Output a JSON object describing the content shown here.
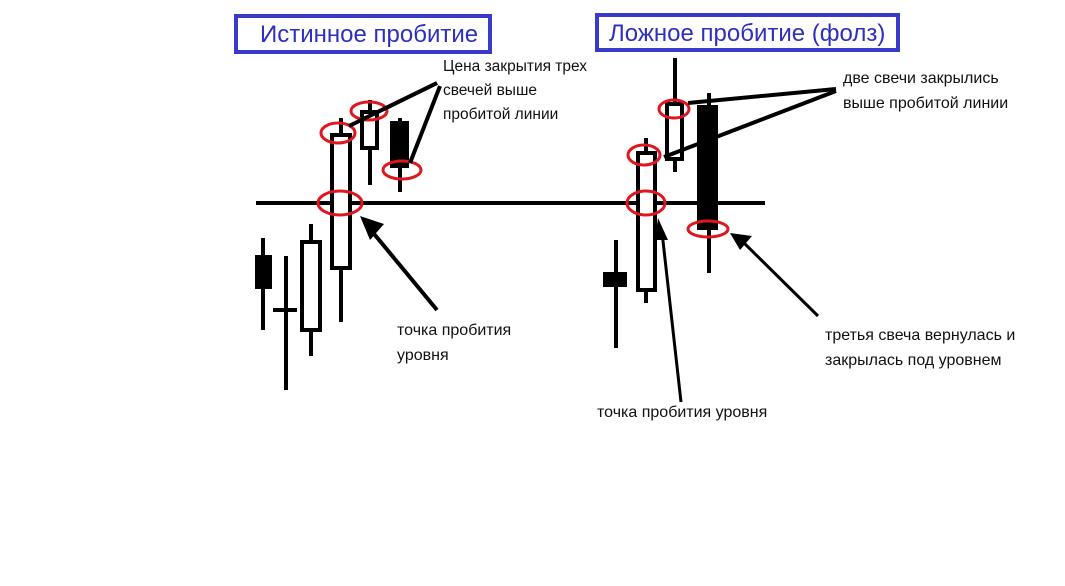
{
  "titles": {
    "true_breakout": "Истинное пробитие",
    "false_breakout": "Ложное пробитие (фолз)"
  },
  "annotations": {
    "three_closes": "Цена закрытия трех\nсвечей выше\nпробитой линии",
    "breakout_point_left": "точка пробития\nуровня",
    "breakout_point_right": "точка пробития уровня",
    "two_closes": "две свечи закрылись\nвыше пробитой линии",
    "third_candle": "третья свеча вернулась и\nзакрылась под уровнем"
  },
  "colors": {
    "title_border": "#3a3ac8",
    "title_text": "#2f2fbf",
    "ink": "#000000",
    "highlight": "#e0161e"
  }
}
